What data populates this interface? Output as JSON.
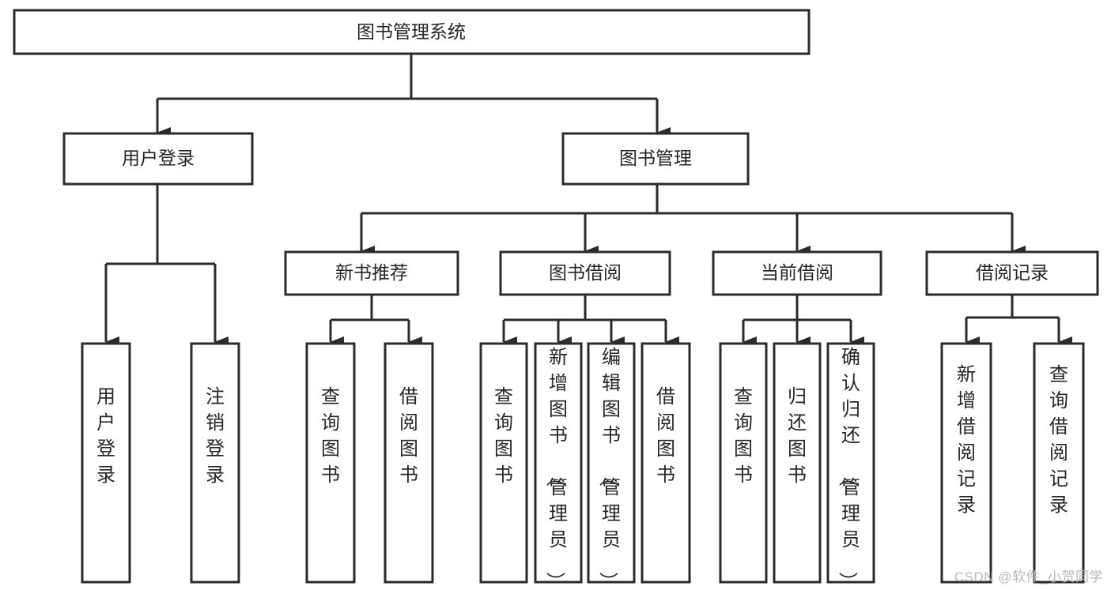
{
  "diagram": {
    "title_node": {
      "label": "图书管理系统"
    },
    "level2": [
      {
        "id": "user-login",
        "label": "用户登录"
      },
      {
        "id": "book-management",
        "label": "图书管理"
      }
    ],
    "level3": [
      {
        "id": "new-book-recommend",
        "label": "新书推荐"
      },
      {
        "id": "book-borrow",
        "label": "图书借阅"
      },
      {
        "id": "current-borrow",
        "label": "当前借阅"
      },
      {
        "id": "borrow-record",
        "label": "借阅记录"
      }
    ],
    "leaves": {
      "user_login": [
        {
          "id": "leaf-user-login",
          "label": "用户登录"
        },
        {
          "id": "leaf-logout",
          "label": "注销登录"
        }
      ],
      "new_book_recommend": [
        {
          "id": "leaf-query-book-1",
          "label": "查询图书"
        },
        {
          "id": "leaf-borrow-book-1",
          "label": "借阅图书"
        }
      ],
      "book_borrow": [
        {
          "id": "leaf-query-book-2",
          "label": "查询图书"
        },
        {
          "id": "leaf-add-book",
          "label": "新增图书（管理员）"
        },
        {
          "id": "leaf-edit-book",
          "label": "编辑图书（管理员）"
        },
        {
          "id": "leaf-borrow-book-2",
          "label": "借阅图书"
        }
      ],
      "current_borrow": [
        {
          "id": "leaf-query-book-3",
          "label": "查询图书"
        },
        {
          "id": "leaf-return-book",
          "label": "归还图书"
        },
        {
          "id": "leaf-confirm-return",
          "label": "确认归还（管理员）"
        }
      ],
      "borrow_record": [
        {
          "id": "leaf-add-record",
          "label": "新增借阅记录"
        },
        {
          "id": "leaf-query-record",
          "label": "查询借阅记录"
        }
      ]
    },
    "colors": {
      "stroke": "#2b2b2b",
      "fill": "#ffffff",
      "text": "#262626",
      "watermark": "#b8b8b8"
    }
  },
  "watermark": {
    "text": "CSDN @软件_小贺同学"
  }
}
